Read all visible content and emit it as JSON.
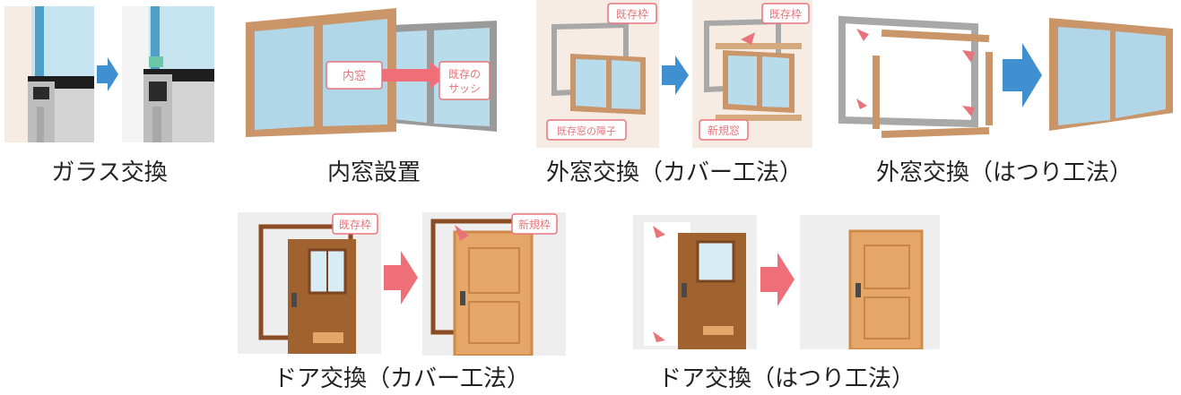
{
  "colors": {
    "pink_tag": "#e8747a",
    "blue_arrow": "#3f8fd1",
    "pink_arrow": "#ee6f78",
    "wood_frame": "#c99569",
    "glass": "#a9d2e6",
    "dark_door": "#a0622e",
    "light_door": "#e4a769"
  },
  "items": [
    {
      "caption": "ガラス交換"
    },
    {
      "caption": "内窓設置",
      "labels": {
        "inner": "内窓",
        "existing_l1": "既存の",
        "existing_l2": "サッシ"
      }
    },
    {
      "caption": "外窓交換（カバー工法）",
      "labels": {
        "existing_frame": "既存枠",
        "existing_frame_2": "既存枠",
        "existing_sash": "既存窓の障子",
        "new_window": "新規窓"
      }
    },
    {
      "caption": "外窓交換（はつり工法）"
    },
    {
      "caption": "ドア交換（カバー工法）",
      "labels": {
        "existing_frame": "既存枠",
        "new_frame": "新規枠"
      }
    },
    {
      "caption": "ドア交換（はつり工法）"
    }
  ]
}
